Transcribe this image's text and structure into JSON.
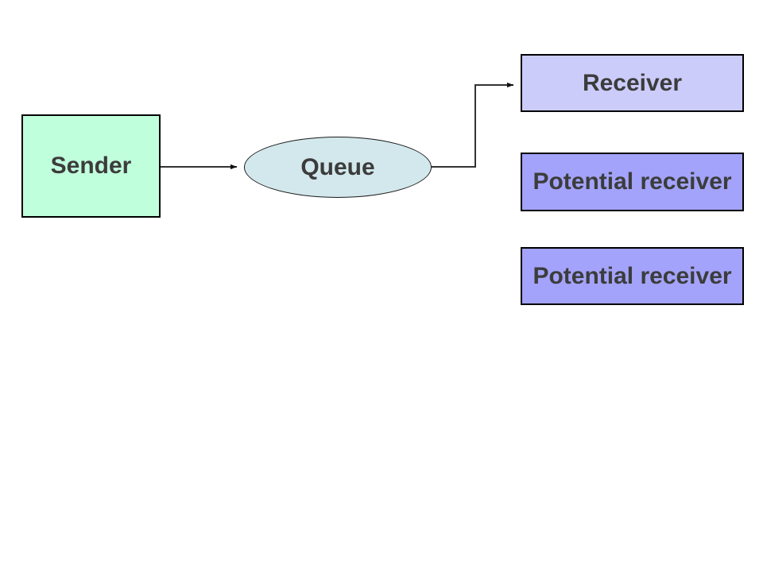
{
  "diagram": {
    "title": "Message queue routing diagram",
    "background_color": "#ffffff",
    "text_color": "#3c3c3c",
    "stroke_color": "#1a1a1a",
    "nodes": {
      "sender": {
        "label": "Sender",
        "shape": "rectangle",
        "fill": "#c0ffdc",
        "border": "#000000"
      },
      "queue": {
        "label": "Queue",
        "shape": "ellipse",
        "fill": "#d3e8ec",
        "border": "#1a1a1a"
      },
      "receiver": {
        "label": "Receiver",
        "shape": "rectangle",
        "fill": "#ccccfb",
        "border": "#000000"
      },
      "potential_receiver_1": {
        "label": "Potential receiver",
        "shape": "rectangle",
        "fill": "#a3a3fb",
        "border": "#000000"
      },
      "potential_receiver_2": {
        "label": "Potential receiver",
        "shape": "rectangle",
        "fill": "#a3a3fb",
        "border": "#000000"
      }
    },
    "connectors": [
      {
        "name": "sender-to-queue",
        "from": "sender",
        "to": "queue",
        "style": "straight",
        "arrowhead": "filled-triangle"
      },
      {
        "name": "queue-to-receiver",
        "from": "queue",
        "to": "receiver",
        "style": "elbow",
        "arrowhead": "filled-triangle"
      }
    ]
  }
}
